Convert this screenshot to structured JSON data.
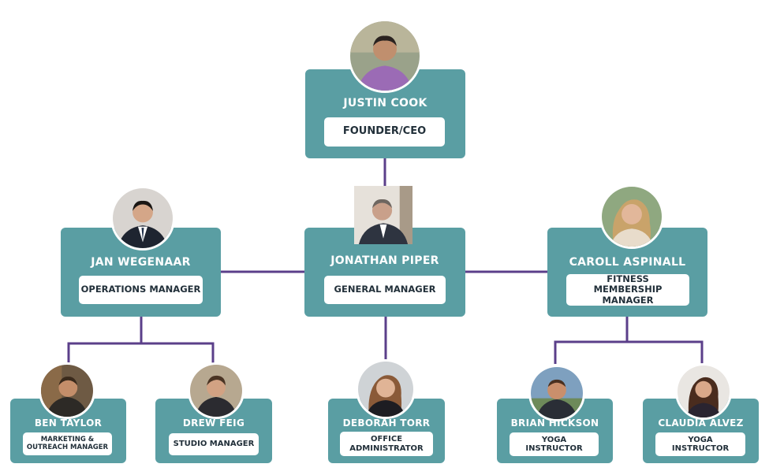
{
  "colors": {
    "card": "#5a9ea3",
    "connector": "#5b3f8a",
    "title_bg": "#ffffff",
    "name_text": "#ffffff",
    "title_text": "#22303a"
  },
  "people": {
    "justin": {
      "name": "JUSTIN COOK",
      "title": "FOUNDER/CEO",
      "avatar_icon": "person-photo-icon"
    },
    "jan": {
      "name": "JAN WEGENAAR",
      "title": "OPERATIONS MANAGER",
      "avatar_icon": "person-photo-icon"
    },
    "jonathan": {
      "name": "JONATHAN PIPER",
      "title": "GENERAL MANAGER",
      "avatar_icon": "person-photo-icon"
    },
    "caroll": {
      "name": "CAROLL ASPINALL",
      "title": "FITNESS MEMBERSHIP MANAGER",
      "avatar_icon": "person-photo-icon"
    },
    "ben": {
      "name": "BEN TAYLOR",
      "title": "MARKETING & OUTREACH MANAGER",
      "avatar_icon": "person-photo-icon"
    },
    "drew": {
      "name": "DREW FEIG",
      "title": "STUDIO MANAGER",
      "avatar_icon": "person-photo-icon"
    },
    "deborah": {
      "name": "DEBORAH TORR",
      "title": "OFFICE ADMINISTRATOR",
      "avatar_icon": "person-photo-icon"
    },
    "brian": {
      "name": "BRIAN HICKSON",
      "title": "YOGA INSTRUCTOR",
      "avatar_icon": "person-photo-icon"
    },
    "claudia": {
      "name": "CLAUDIA ALVEZ",
      "title": "YOGA INSTRUCTOR",
      "avatar_icon": "person-photo-icon"
    }
  }
}
